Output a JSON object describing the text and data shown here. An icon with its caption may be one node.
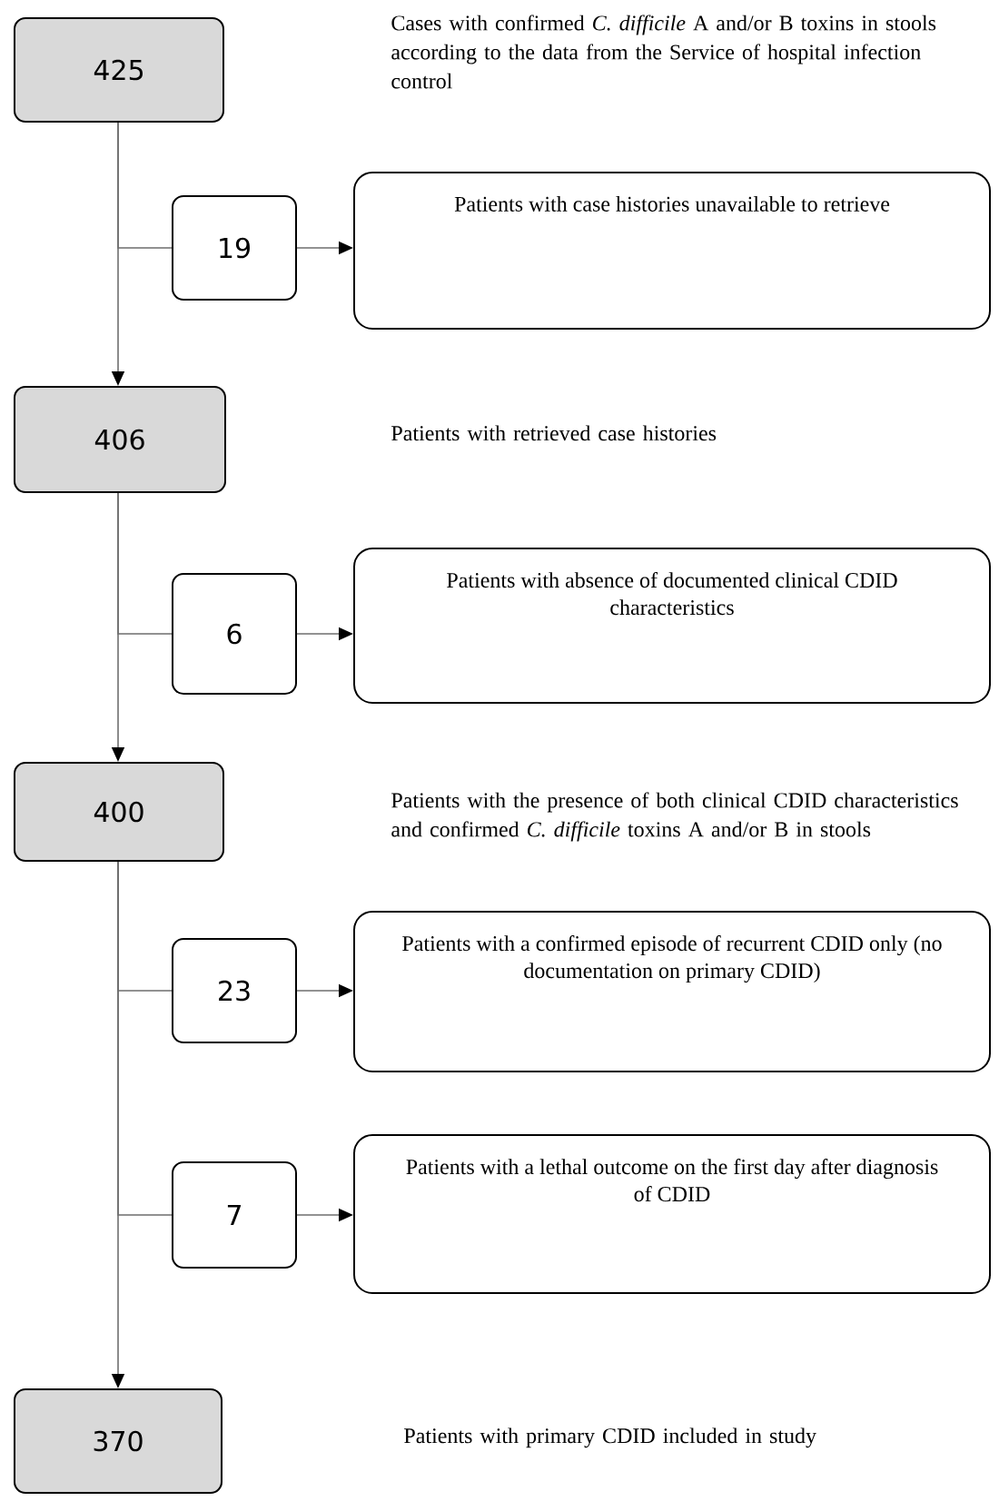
{
  "diagram": {
    "nodes": [
      {
        "text": [
          "425"
        ]
      },
      {
        "text": [
          "19"
        ]
      },
      {
        "text": [
          "Patients with case histories unavailable to retrieve"
        ]
      },
      {
        "text": [
          "406"
        ]
      },
      {
        "text": [
          "6"
        ]
      },
      {
        "text": [
          "Patients with absence of documented clinical CDID characteristics"
        ]
      },
      {
        "text": [
          "400"
        ]
      },
      {
        "text": [
          "23"
        ]
      },
      {
        "text": [
          "Patients with a confirmed episode of recurrent CDID only (no documentation on primary CDID)"
        ]
      },
      {
        "text": [
          "7"
        ]
      },
      {
        "text": [
          "Patients with a lethal outcome on the first day after diagnosis of CDID"
        ]
      },
      {
        "text": [
          "370"
        ]
      }
    ],
    "edges": [
      {
        "from": 0,
        "to": 3,
        "arrow": "to"
      },
      {
        "from": 0,
        "to": 1,
        "arrow": "none"
      },
      {
        "from": 1,
        "to": 2,
        "arrow": "to"
      },
      {
        "from": 3,
        "to": 6,
        "arrow": "to"
      },
      {
        "from": 3,
        "to": 4,
        "arrow": "none"
      },
      {
        "from": 4,
        "to": 5,
        "arrow": "to"
      },
      {
        "from": 6,
        "to": 11,
        "arrow": "to"
      },
      {
        "from": 6,
        "to": 7,
        "arrow": "none"
      },
      {
        "from": 7,
        "to": 8,
        "arrow": "to"
      },
      {
        "from": 6,
        "to": 9,
        "arrow": "none"
      },
      {
        "from": 9,
        "to": 10,
        "arrow": "to"
      }
    ],
    "labels": [
      "Cases with confirmed *C. difficile* A and/or B toxins in stools according to the data from the Service of hospital infection control",
      "Patients with retrieved case histories",
      "Patients with the presence of both clinical CDID characteristics and confirmed *C. difficile* toxins A and/or B in stools",
      "Patients with primary CDID included in study"
    ]
  }
}
